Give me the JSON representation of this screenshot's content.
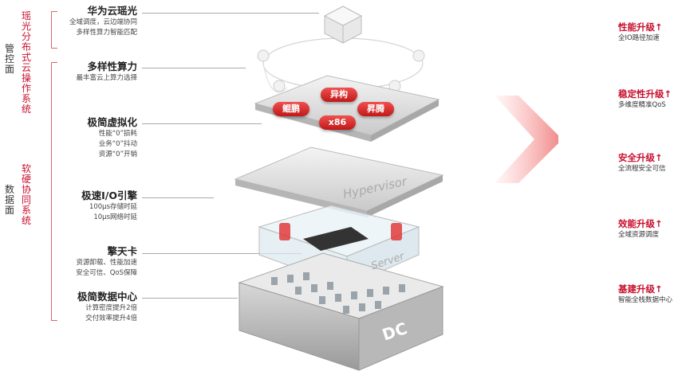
{
  "left_groups": {
    "control_plane": {
      "label": "管控面",
      "system": "瑶光分布式云操作系统"
    },
    "data_plane": {
      "label": "数据面",
      "system": "软硬协同系统"
    }
  },
  "features": [
    {
      "title": "华为云瑶光",
      "desc": [
        "全域调度，云边端协同",
        "多样性算力智能匹配"
      ]
    },
    {
      "title": "多样性算力",
      "desc": [
        "最丰富云上算力选择"
      ]
    },
    {
      "title": "极简虚拟化",
      "desc": [
        "性能“0”损耗",
        "业务“0”抖动",
        "资源“0”开销"
      ]
    },
    {
      "title": "极速I/O引擎",
      "desc": [
        "100μs存储时延",
        "10μs网络时延"
      ]
    },
    {
      "title": "擎天卡",
      "desc": [
        "资源卸载、性能加速",
        "安全可信、QoS保障"
      ]
    },
    {
      "title": "极简数据中心",
      "desc": [
        "计算密度提升2倍",
        "交付效率提升4倍"
      ]
    }
  ],
  "upgrades": [
    {
      "title": "性能升级",
      "arrow": "↑",
      "desc": "全IO路径加速"
    },
    {
      "title": "稳定性升级",
      "arrow": "↑",
      "desc": "多维度精准QoS"
    },
    {
      "title": "安全升级",
      "arrow": "↑",
      "desc": "全流程安全可信"
    },
    {
      "title": "效能升级",
      "arrow": "↑",
      "desc": "全域资源调度"
    },
    {
      "title": "基建升级",
      "arrow": "↑",
      "desc": "智能全栈数据中心"
    }
  ],
  "diagram": {
    "chips": [
      "鲲鹏",
      "异构",
      "昇腾",
      "x86"
    ],
    "hypervisor_label": "Hypervisor",
    "server_label": "Server",
    "dc_label": "DC"
  },
  "colors": {
    "accent": "#c8102e",
    "text": "#222222"
  }
}
